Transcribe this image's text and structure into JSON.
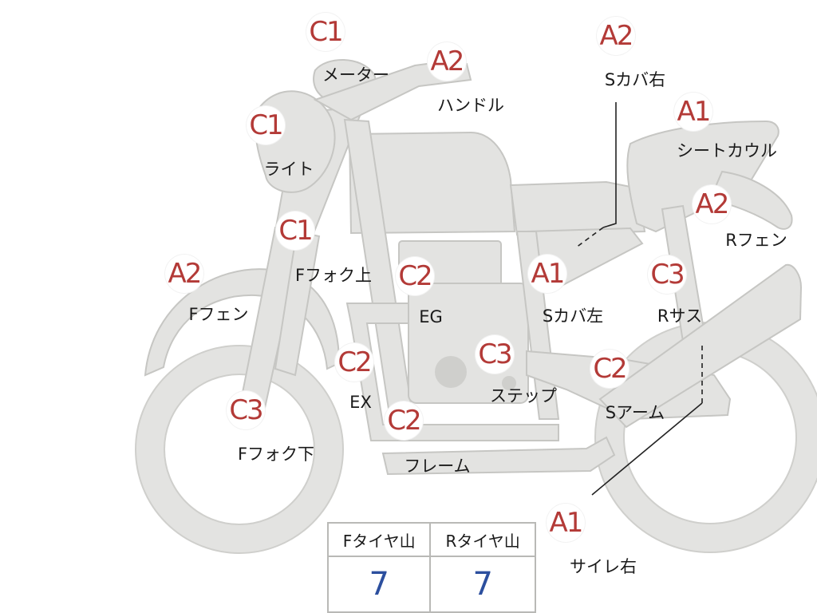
{
  "markers": [
    {
      "id": "meter",
      "grade": "C1",
      "label": "メーター"
    },
    {
      "id": "handle",
      "grade": "A2",
      "label": "ハンドル"
    },
    {
      "id": "light",
      "grade": "C1",
      "label": "ライト"
    },
    {
      "id": "f-fork-upper",
      "grade": "C1",
      "label": "Fフォク上"
    },
    {
      "id": "f-fender",
      "grade": "A2",
      "label": "Fフェン"
    },
    {
      "id": "f-fork-lower",
      "grade": "C3",
      "label": "Fフォク下"
    },
    {
      "id": "engine",
      "grade": "C2",
      "label": "EG"
    },
    {
      "id": "exhaust",
      "grade": "C2",
      "label": "EX"
    },
    {
      "id": "frame",
      "grade": "C2",
      "label": "フレーム"
    },
    {
      "id": "step",
      "grade": "C3",
      "label": "ステップ"
    },
    {
      "id": "s-cover-left",
      "grade": "A1",
      "label": "Sカバ左"
    },
    {
      "id": "s-cover-right",
      "grade": "A2",
      "label": "Sカバ右"
    },
    {
      "id": "seat-cowl",
      "grade": "A1",
      "label": "シートカウル"
    },
    {
      "id": "r-fender",
      "grade": "A2",
      "label": "Rフェン"
    },
    {
      "id": "r-suspension",
      "grade": "C3",
      "label": "Rサス"
    },
    {
      "id": "swing-arm",
      "grade": "C2",
      "label": "Sアーム"
    },
    {
      "id": "silencer-right",
      "grade": "A1",
      "label": "サイレ右"
    }
  ],
  "tread_table": {
    "headers": [
      "Fタイヤ山",
      "Rタイヤ山"
    ],
    "values": [
      "7",
      "7"
    ]
  },
  "colors": {
    "grade_text": "#b33a37",
    "tread_value": "#2c4f9e",
    "body_fill": "#e3e3e1"
  }
}
